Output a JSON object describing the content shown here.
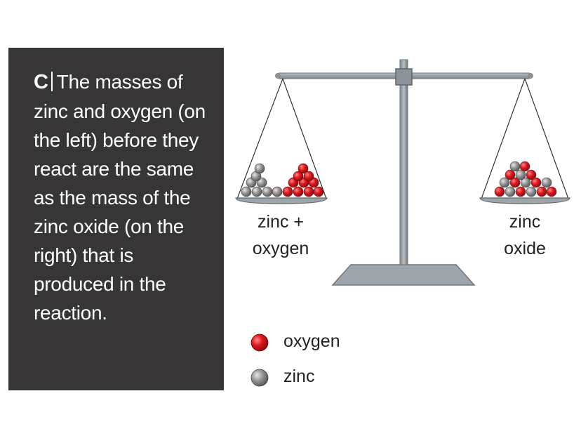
{
  "caption": {
    "letter": "C",
    "text": "The masses of zinc and oxygen (on the left) before they react are the same as the mass of the zinc oxide (on the right) that is produced in the reaction."
  },
  "left_pan": {
    "label_line1": "zinc +",
    "label_line2": "oxygen"
  },
  "right_pan": {
    "label_line1": "zinc",
    "label_line2": "oxide"
  },
  "legend": {
    "oxygen": "oxygen",
    "zinc": "zinc"
  },
  "colors": {
    "oxygen": "#e0181e",
    "zinc": "#9a9a9a",
    "caption_bg": "#373536"
  }
}
